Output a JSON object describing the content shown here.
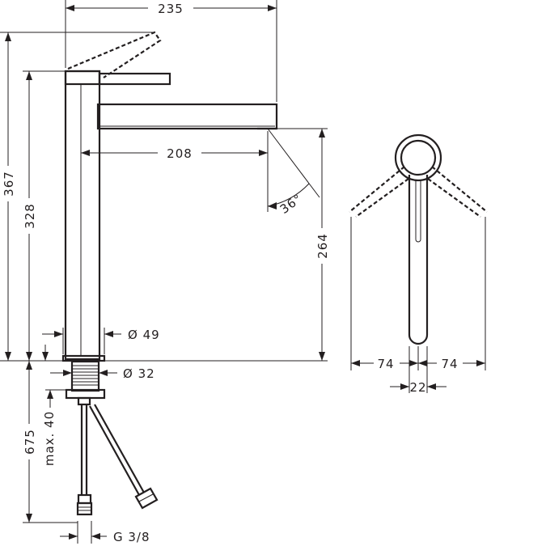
{
  "dimensions": {
    "total_width": "235",
    "spout_reach": "208",
    "total_height": "367",
    "handle_height": "328",
    "spout_height": "264",
    "spout_angle": "36°",
    "base_diameter": "Ø 49",
    "shank_diameter": "Ø 32",
    "below_deck": "675",
    "max_deck": "max. 40",
    "connection": "G 3/8",
    "handle_swing_left": "74",
    "handle_swing_right": "74",
    "handle_width": "22"
  },
  "colors": {
    "line": "#231f20",
    "background": "#ffffff"
  }
}
